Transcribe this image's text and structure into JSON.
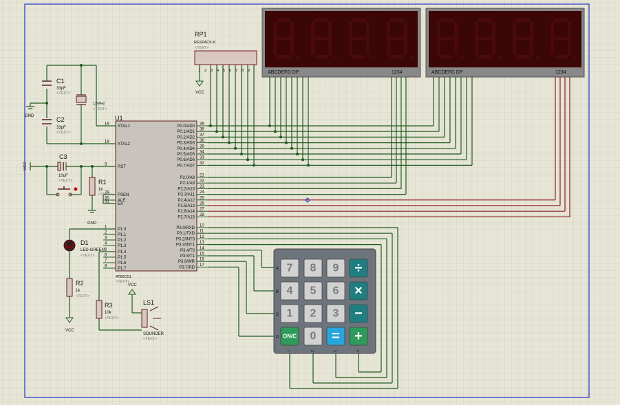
{
  "colors": {
    "background": "#e6e5d6",
    "grid": "#c9c8b7",
    "border": "#2233cc",
    "wire": "#1f5b1f",
    "chip": "#c8c3bc",
    "display": "#3a0606",
    "segment_off": "#4a0a0a",
    "keypad_body": "#6e747c",
    "key_gray": "#d2d2d2",
    "key_teal": "#1f7f80",
    "key_blue": "#26a6dc",
    "key_green": "#2e9b5a"
  },
  "mcu": {
    "ref": "U1",
    "part": "AT89C51",
    "text_ph": "<TEXT>",
    "left_pins": [
      {
        "num": "19",
        "name": "XTAL1"
      },
      {
        "num": "18",
        "name": "XTAL2"
      },
      {
        "num": "9",
        "name": "RST"
      },
      {
        "num": "29",
        "name": "PSEN"
      },
      {
        "num": "30",
        "name": "ALE"
      },
      {
        "num": "31",
        "name": "EA"
      },
      {
        "num": "1",
        "name": "P1.0"
      },
      {
        "num": "2",
        "name": "P1.1"
      },
      {
        "num": "3",
        "name": "P1.2"
      },
      {
        "num": "4",
        "name": "P1.3"
      },
      {
        "num": "5",
        "name": "P1.4"
      },
      {
        "num": "6",
        "name": "P1.5"
      },
      {
        "num": "7",
        "name": "P1.6"
      },
      {
        "num": "8",
        "name": "P1.7"
      }
    ],
    "right_pins": [
      {
        "num": "39",
        "name": "P0.0/AD0"
      },
      {
        "num": "38",
        "name": "P0.1/AD1"
      },
      {
        "num": "37",
        "name": "P0.2/AD2"
      },
      {
        "num": "36",
        "name": "P0.3/AD3"
      },
      {
        "num": "35",
        "name": "P0.4/AD4"
      },
      {
        "num": "34",
        "name": "P0.5/AD5"
      },
      {
        "num": "33",
        "name": "P0.6/AD6"
      },
      {
        "num": "32",
        "name": "P0.7/AD7"
      },
      {
        "num": "21",
        "name": "P2.0/A8"
      },
      {
        "num": "22",
        "name": "P2.1/A9"
      },
      {
        "num": "23",
        "name": "P2.2/A10"
      },
      {
        "num": "24",
        "name": "P2.3/A11"
      },
      {
        "num": "25",
        "name": "P2.4/A12"
      },
      {
        "num": "26",
        "name": "P2.5/A13"
      },
      {
        "num": "27",
        "name": "P2.6/A14"
      },
      {
        "num": "28",
        "name": "P2.7/A15"
      },
      {
        "num": "10",
        "name": "P3.0/RXD"
      },
      {
        "num": "11",
        "name": "P3.1/TXD"
      },
      {
        "num": "12",
        "name": "P3.2/INT0"
      },
      {
        "num": "13",
        "name": "P3.3/INT1"
      },
      {
        "num": "14",
        "name": "P3.4/T0"
      },
      {
        "num": "15",
        "name": "P3.5/T1"
      },
      {
        "num": "16",
        "name": "P3.6/WR"
      },
      {
        "num": "17",
        "name": "P3.7/RD"
      }
    ]
  },
  "rp1": {
    "ref": "RP1",
    "part": "RESPACK-8",
    "text_ph": "<TEXT>",
    "pins": [
      "1",
      "2",
      "3",
      "4",
      "5",
      "6",
      "7",
      "8",
      "9"
    ],
    "vcc": "VCC"
  },
  "displays": [
    {
      "segments_label": "ABCDEFG  DP",
      "digits_label": "1234"
    },
    {
      "segments_label": "ABCDEFG  DP",
      "digits_label": "1234"
    }
  ],
  "components": {
    "c1": {
      "ref": "C1",
      "value": "33pF",
      "text_ph": "<TEXT>"
    },
    "c2": {
      "ref": "C2",
      "value": "33pF",
      "text_ph": "<TEXT>"
    },
    "x1": {
      "value": "12MHz",
      "text_ph": "<TEXT>"
    },
    "c3": {
      "ref": "C3",
      "value": "10uF",
      "text_ph": "<TEXT>"
    },
    "r1": {
      "ref": "R1",
      "value": "1k",
      "text_ph": "<TEXT>"
    },
    "d1": {
      "ref": "D1",
      "value": "LED-GREEN",
      "text_ph": "<TEXT>"
    },
    "r2": {
      "ref": "R2",
      "value": "1k",
      "text_ph": "<TEXT>"
    },
    "r3": {
      "ref": "R3",
      "value": "10k",
      "text_ph": "<TEXT>"
    },
    "ls1": {
      "ref": "LS1",
      "value": "SOUNDER",
      "text_ph": "<TEXT>"
    }
  },
  "power": {
    "gnd": "GND",
    "vcc": "VCC"
  },
  "keypad": {
    "rows": [
      "A",
      "B",
      "C",
      "D"
    ],
    "cols": [
      "1",
      "2",
      "3",
      "4"
    ],
    "keys": [
      [
        "7",
        "8",
        "9",
        "÷"
      ],
      [
        "4",
        "5",
        "6",
        "×"
      ],
      [
        "1",
        "2",
        "3",
        "−"
      ],
      [
        "ON/C",
        "0",
        "=",
        "+"
      ]
    ]
  }
}
